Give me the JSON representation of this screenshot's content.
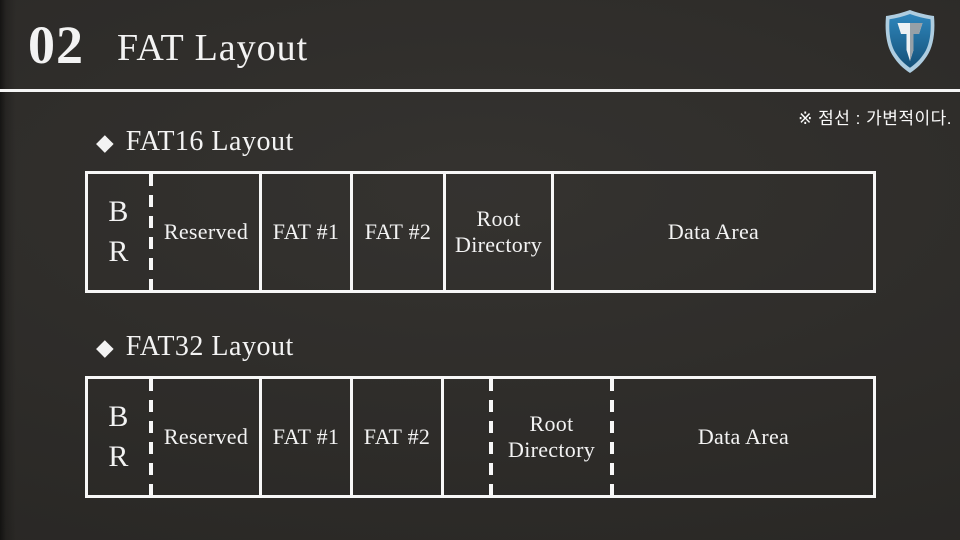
{
  "page": {
    "number": "02",
    "title": "FAT Layout",
    "note": "※ 점선 : 가변적이다."
  },
  "logo": {
    "name": "shield-t-logo",
    "colors": {
      "outline": "#aecde0",
      "body_top": "#2f86bc",
      "body_bottom": "#155179",
      "t_light": "#edf1f4",
      "t_shadow": "#96a0a7"
    }
  },
  "colors": {
    "background": "#2e2c29",
    "foreground": "#f3f3f3",
    "line": "#f7f7f7"
  },
  "fat16": {
    "bullet": "◆",
    "heading": "FAT16 Layout",
    "boxes": {
      "br_top": "B",
      "br_bottom": "R",
      "reserved": "Reserved",
      "fat1": "FAT #1",
      "fat2": "FAT #2",
      "root": "Root Directory",
      "data": "Data Area"
    }
  },
  "fat32": {
    "bullet": "◆",
    "heading": "FAT32 Layout",
    "boxes": {
      "br_top": "B",
      "br_bottom": "R",
      "reserved": "Reserved",
      "fat1": "FAT #1",
      "fat2": "FAT #2",
      "root": "Root Directory",
      "data": "Data Area"
    }
  }
}
